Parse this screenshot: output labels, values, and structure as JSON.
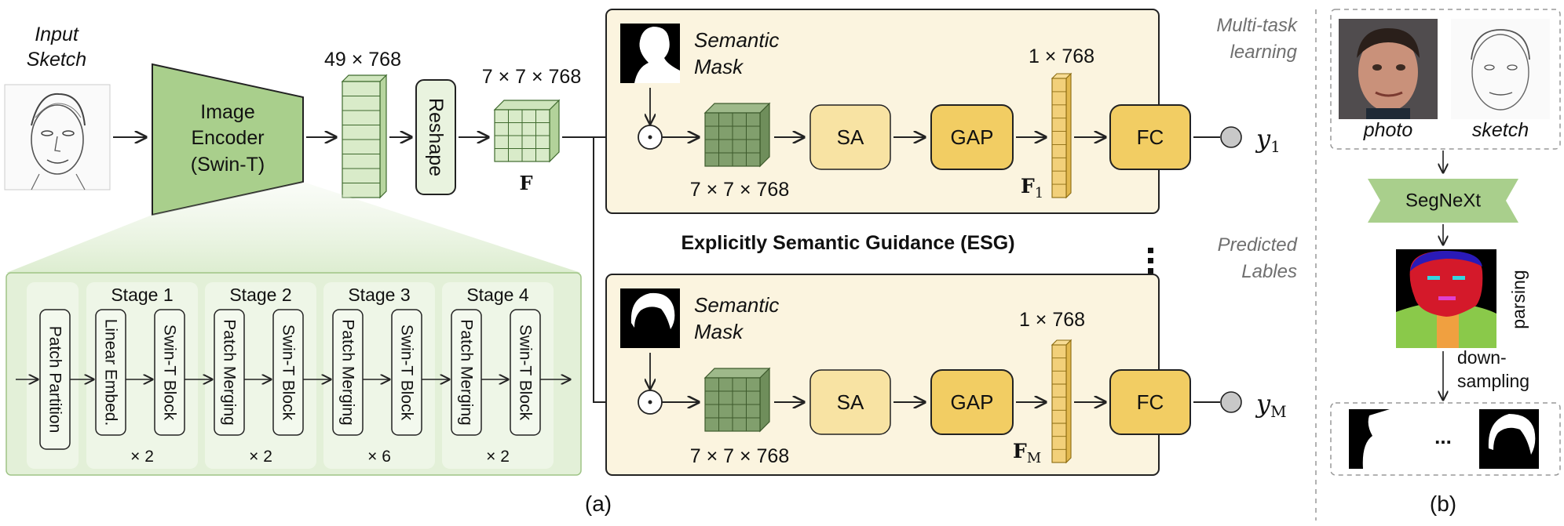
{
  "encoder_branch": {
    "input_label_line1": "Input",
    "input_label_line2": "Sketch",
    "encoder_line1": "Image",
    "encoder_line2": "Encoder",
    "encoder_line3": "(Swin-T)",
    "token_dims": "49 × 768",
    "reshape_label": "Reshape",
    "feature_dims": "7 × 7 × 768",
    "feature_symbol": "F"
  },
  "swin_detail": {
    "patch_partition": "Patch Partition",
    "stages": [
      {
        "title": "Stage 1",
        "block_a": "Linear Embed.",
        "block_b": "Swin-T Block",
        "repeat": "× 2"
      },
      {
        "title": "Stage 2",
        "block_a": "Patch Merging",
        "block_b": "Swin-T Block",
        "repeat": "× 2"
      },
      {
        "title": "Stage 3",
        "block_a": "Patch Merging",
        "block_b": "Swin-T Block",
        "repeat": "× 6"
      },
      {
        "title": "Stage 4",
        "block_a": "Patch Merging",
        "block_b": "Swin-T Block",
        "repeat": "× 2"
      }
    ]
  },
  "esg": {
    "title": "Explicitly Semantic Guidance (ESG)",
    "task1": {
      "mask_line1": "Semantic",
      "mask_line2": "Mask",
      "masked_dims": "7 × 7 × 768",
      "sa": "SA",
      "gap": "GAP",
      "vec_dims": "1 × 768",
      "vec_symbol": "F",
      "vec_sub": "1",
      "fc": "FC",
      "out": "y",
      "out_sub": "1"
    },
    "taskM": {
      "mask_line1": "Semantic",
      "mask_line2": "Mask",
      "masked_dims": "7 × 7 × 768",
      "sa": "SA",
      "gap": "GAP",
      "vec_dims": "1 × 768",
      "vec_symbol": "F",
      "vec_sub": "M",
      "fc": "FC",
      "out": "y",
      "out_sub": "M"
    },
    "multitask_line1": "Multi-task",
    "multitask_line2": "learning",
    "predicted_line1": "Predicted",
    "predicted_line2": "Lables"
  },
  "panel_b": {
    "photo_label": "photo",
    "sketch_label": "sketch",
    "segnext": "SegNeXt",
    "parsing": "parsing",
    "down_line1": "down-",
    "down_line2": "sampling",
    "ellipsis": "...",
    "caption": "(b)"
  },
  "caption_a": "(a)",
  "colors": {
    "encoder_green": "#a9cf8c",
    "light_green": "#d7ebc7",
    "cube_green": "#7f9e6b",
    "esg_panel": "#fbf4df",
    "sa_fill": "#f8e3a3",
    "gap_fill": "#f2cd63",
    "vector_fill": "#f2d07a"
  }
}
